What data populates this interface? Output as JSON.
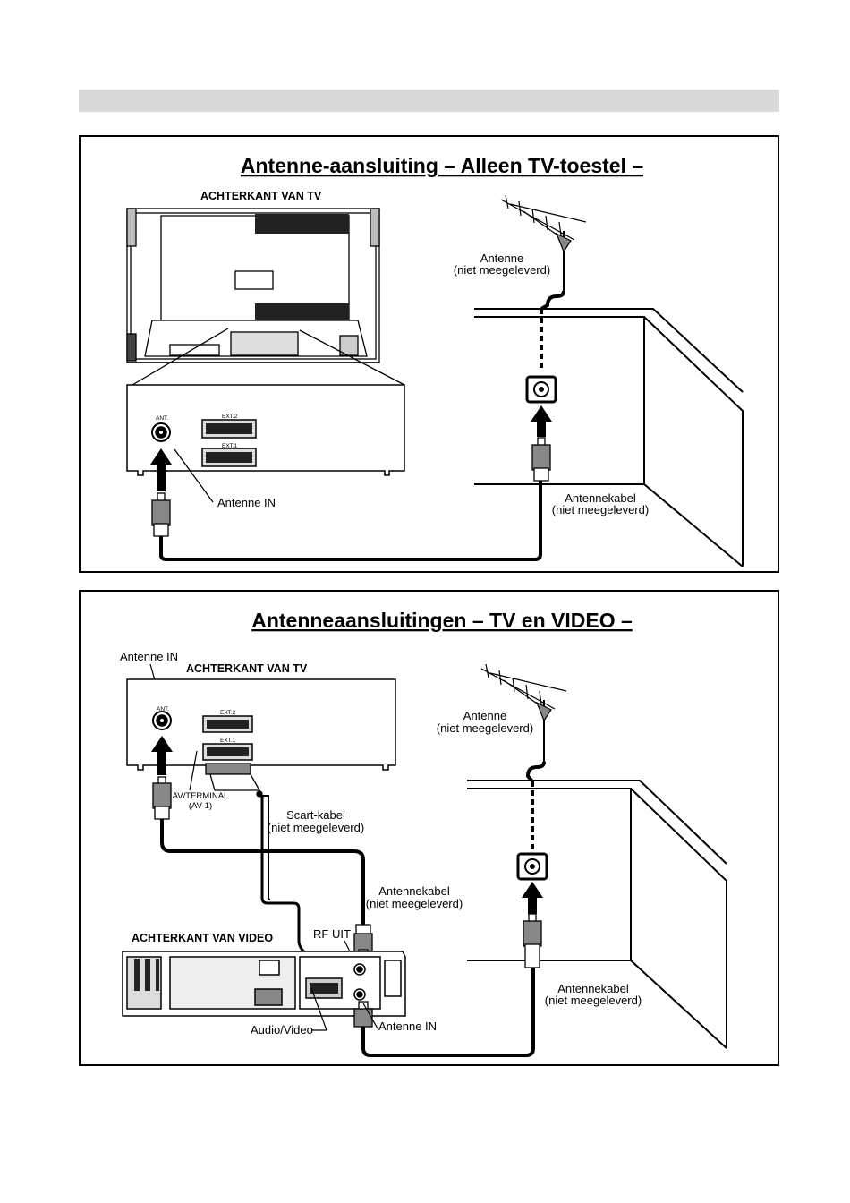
{
  "panel1": {
    "title": "Antenne-aansluiting – Alleen TV-toestel –",
    "tv_back_label": "ACHTERKANT VAN TV",
    "antenna_label_1": "Antenne",
    "antenna_label_2": "(niet meegeleverd)",
    "antenna_in_label": "Antenne IN",
    "cable_label_1": "Antennekabel",
    "cable_label_2": "(niet meegeleverd)",
    "port_ant": "ANT.",
    "port_ext2": "EXT.2",
    "port_ext1": "EXT.1"
  },
  "panel2": {
    "title": "Antenneaansluitingen – TV en VIDEO –",
    "antenna_in_top": "Antenne IN",
    "tv_back_label": "ACHTERKANT VAN TV",
    "antenna_label_1": "Antenne",
    "antenna_label_2": "(niet meegeleverd)",
    "port_ant": "ANT.",
    "port_ext2": "EXT.2",
    "port_ext1": "EXT.1",
    "av_terminal_1": "AV/TERMINAL",
    "av_terminal_2": "(AV-1)",
    "scart_1": "Scart-kabel",
    "scart_2": "(niet meegeleverd)",
    "cable_mid_1": "Antennekabel",
    "cable_mid_2": "(niet meegeleverd)",
    "video_back_label": "ACHTERKANT VAN VIDEO",
    "rf_out": "RF UIT",
    "audio_video": "Audio/Video",
    "antenna_in_video": "Antenne IN",
    "cable_right_1": "Antennekabel",
    "cable_right_2": "(niet meegeleverd)"
  }
}
